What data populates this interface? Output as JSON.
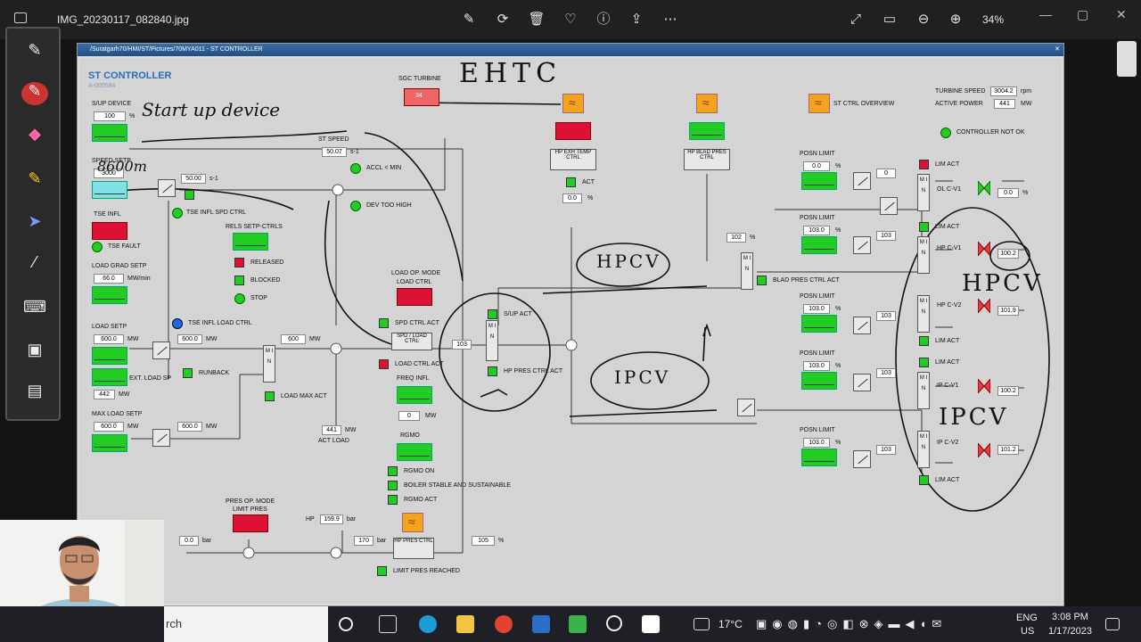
{
  "viewer": {
    "filename": "IMG_20230117_082840.jpg",
    "zoom": "34%",
    "toolbar": [
      "edit-image-icon",
      "rotate-icon",
      "delete-icon",
      "favorite-icon",
      "info-icon",
      "share-icon",
      "more-icon"
    ],
    "right_tools": [
      "fullscreen-icon",
      "fit-icon",
      "zoom-out-icon",
      "zoom-in-icon"
    ]
  },
  "doc": {
    "window_title": "/Suratgarh70/HMI/ST/Pictures/70MYA011 - ST CONTROLLER",
    "title": "ST CONTROLLER",
    "code": "A-000584",
    "sup_device": {
      "label": "S/UP DEVICE",
      "value": "100",
      "unit": "%"
    },
    "speed_setp": {
      "label": "SPEED SETP",
      "value": "50.00",
      "unit": "s-1",
      "rpm": "3000"
    },
    "st_speed": {
      "label": "ST SPEED",
      "value": "50.07",
      "unit": "s-1"
    },
    "accl_min": "ACCL < MIN",
    "dev_too_high": "DEV TOO HIGH",
    "tse_infl": "TSE INFL",
    "tse_fault": "TSE FAULT",
    "tse_infl_spd": "TSE INFL SPD CTRL",
    "rels_setp": "RELS SETP-CTRLS",
    "released": "RELEASED",
    "blocked": "BLOCKED",
    "stop": "STOP",
    "load_grad": {
      "label": "LOAD GRAD SETP",
      "value": "66.0",
      "unit": "MW/min"
    },
    "tse_infl_load": "TSE INFL LOAD CTRL",
    "load_setp": {
      "label": "LOAD SETP",
      "value": "600.0",
      "unit": "MW"
    },
    "load_setp_out": {
      "value": "600.0",
      "unit": "MW"
    },
    "ext_load_sp": {
      "label": "EXT. LOAD SP",
      "value": "442",
      "unit": "MW"
    },
    "runback": "RUNBACK",
    "load_max_act": "LOAD MAX ACT",
    "max_load": {
      "label": "MAX LOAD SETP",
      "value": "600.0",
      "unit": "MW"
    },
    "max_load_out": {
      "value": "600.0",
      "unit": "MW"
    },
    "load_600": {
      "value": "600",
      "unit": "MW"
    },
    "act_load": {
      "label": "ACT LOAD",
      "value": "441",
      "unit": "MW"
    },
    "load_op_mode": "LOAD OP. MODE",
    "load_ctrl": "LOAD CTRL",
    "spd_ctrl_act": "SPD CTRL ACT",
    "spd_load_ctrl": "SPD / LOAD CTRL",
    "load_ctrl_act": "LOAD CTRL ACT",
    "min_out": "103",
    "sup_act": "S/UP ACT",
    "hp_pres_ctrl_act": "HP PRES CTRL ACT",
    "freq_infl": {
      "label": "FREQ INFL",
      "value": "0",
      "unit": "MW"
    },
    "rgmo": "RGMO",
    "rgmo_on": "RGMO ON",
    "boiler_stable": "BOILER STABLE AND SUSTAINABLE",
    "rgmo_act": "RGMO ACT",
    "pres_op_mode": "PRES OP. MODE",
    "limit_pres": "LIMIT PRES",
    "hp_pres": {
      "label": "HP",
      "value": "159.9",
      "unit": "bar"
    },
    "pres_left": {
      "value": "0.0",
      "unit": "bar"
    },
    "pres_170": {
      "value": "170",
      "unit": "bar"
    },
    "hp_pres_ctrl": "HP PRES CTRL",
    "limit_pres_reached": "LIMIT PRES REACHED",
    "pres_out": {
      "value": "105",
      "unit": "%"
    },
    "sgc_turbine": "SGC TURBINE",
    "sgc_value": "34",
    "hp_exh_temp": "HP EXH TEMP CTRL",
    "act": "ACT",
    "exh_value": {
      "value": "0.0",
      "unit": "%"
    },
    "hp_blad_pres": "HP BLAD PRES CTRL",
    "blad_value": {
      "value": "102",
      "unit": "%"
    },
    "blad_pres_ctrl_act": "BLAD PRES CTRL ACT",
    "st_ctrl_overview": "ST CTRL OVERVIEW",
    "turbine_speed": {
      "label": "TURBINE SPEED",
      "value": "3004.2",
      "unit": "rpm"
    },
    "active_power": {
      "label": "ACTIVE POWER",
      "value": "441",
      "unit": "MW"
    },
    "controller_not_ok": "CONTROLLER NOT OK",
    "posn_limits": [
      {
        "label": "POSN LIMIT",
        "value": "0.0",
        "unit": "%",
        "out": "0",
        "valve": "OL C-V1",
        "valve_value": "0.0"
      },
      {
        "label": "POSN LIMIT",
        "value": "103.0",
        "unit": "%",
        "out": "103",
        "valve": "HP C-V1",
        "valve_value": "100.2"
      },
      {
        "label": "POSN LIMIT",
        "value": "103.0",
        "unit": "%",
        "out": "103",
        "valve": "HP C-V2",
        "valve_value": "101.9"
      },
      {
        "label": "POSN LIMIT",
        "value": "103.0",
        "unit": "%",
        "out": "103",
        "valve": "IP C-V1",
        "valve_value": "100.2"
      },
      {
        "label": "POSN LIMIT",
        "value": "103.0",
        "unit": "%",
        "out": "103",
        "valve": "IP C-V2",
        "valve_value": "101.2"
      }
    ],
    "lim_act": "LIM ACT",
    "min_label": "M I N",
    "pct": "%"
  },
  "handwriting": {
    "ehtc": "EHTC",
    "start_up_device": "Start up device",
    "speed_note": "8600m",
    "hpcv": "HPCV",
    "ipcv": "IPCV"
  },
  "taskbar": {
    "search": "rch",
    "temperature": "17°C",
    "lang1": "ENG",
    "lang2": "US",
    "time": "3:08 PM",
    "date": "1/17/2023"
  }
}
